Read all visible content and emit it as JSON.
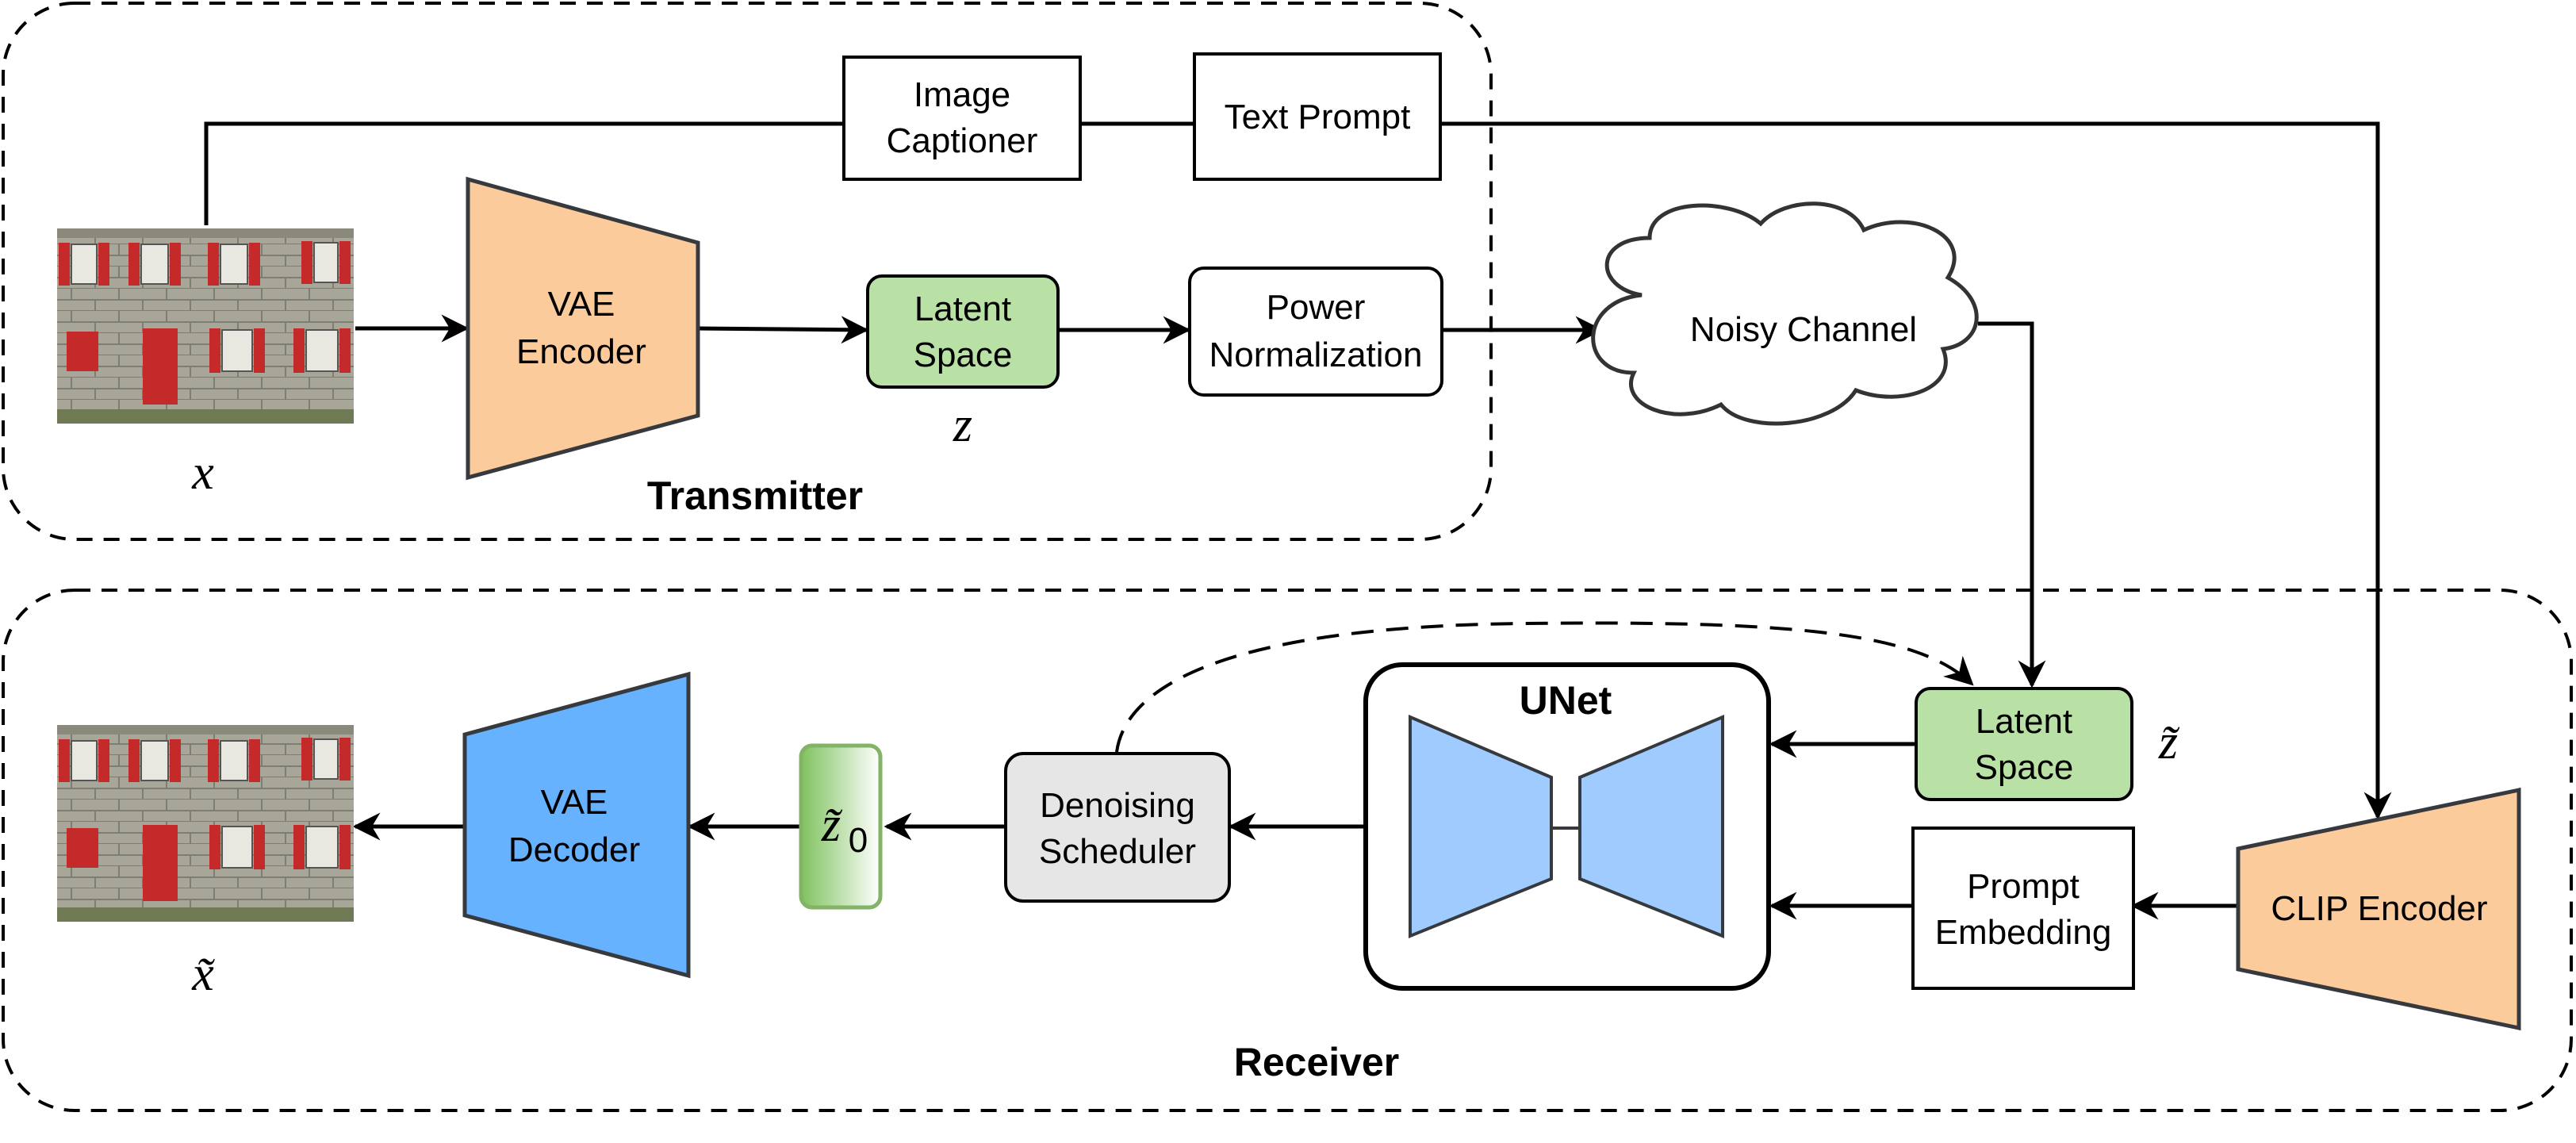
{
  "transmitter": {
    "label": "Transmitter",
    "input_symbol": "x",
    "image_captioner": [
      "Image",
      "Captioner"
    ],
    "text_prompt": "Text Prompt",
    "vae_encoder": [
      "VAE",
      "Encoder"
    ],
    "latent_space": [
      "Latent",
      "Space"
    ],
    "latent_symbol": "z",
    "power_normalization": [
      "Power",
      "Normalization"
    ]
  },
  "channel": {
    "label": "Noisy Channel"
  },
  "receiver": {
    "label": "Receiver",
    "latent_space": [
      "Latent",
      "Space"
    ],
    "latent_symbol": "z̃",
    "unet": "UNet",
    "prompt_embedding": [
      "Prompt",
      "Embedding"
    ],
    "clip_encoder": "CLIP Encoder",
    "denoising_scheduler": [
      "Denoising",
      "Scheduler"
    ],
    "z0_symbol": "z̃",
    "z0_subscript": "0",
    "vae_decoder": [
      "VAE",
      "Decoder"
    ],
    "output_symbol": "x̃"
  },
  "colors": {
    "orange": "#fccb9c",
    "green": "#b9e0a5",
    "blue": "#66b2ff",
    "light_blue": "#9fcbff",
    "gray": "#e6e6e6",
    "brick": "#a4a394",
    "shutter": "#c42a2a"
  }
}
